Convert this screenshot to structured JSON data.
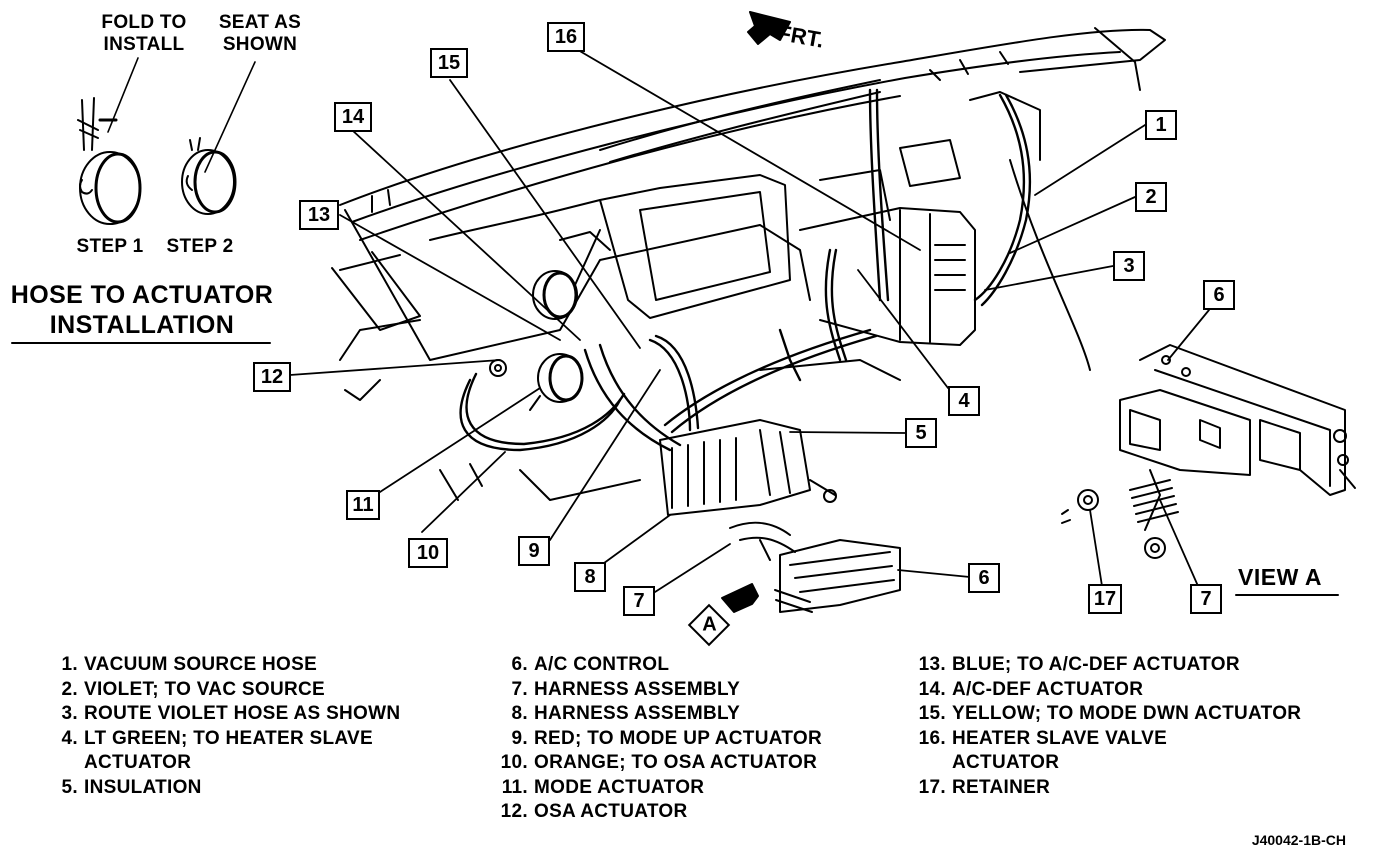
{
  "inset": {
    "fold_label": "FOLD TO\nINSTALL",
    "seat_label": "SEAT AS\nSHOWN",
    "step1": "STEP 1",
    "step2": "STEP 2",
    "title": "HOSE TO ACTUATOR\nINSTALLATION"
  },
  "direction": "FRT.",
  "view_a_label": "VIEW A",
  "view_a_marker": "A",
  "callouts": [
    "1",
    "2",
    "3",
    "4",
    "5",
    "6",
    "6",
    "7",
    "7",
    "8",
    "9",
    "10",
    "11",
    "12",
    "13",
    "14",
    "15",
    "16",
    "17"
  ],
  "legend": {
    "col1": [
      {
        "num": "1.",
        "text": "VACUUM SOURCE HOSE"
      },
      {
        "num": "2.",
        "text": "VIOLET; TO VAC SOURCE"
      },
      {
        "num": "3.",
        "text": "ROUTE VIOLET HOSE AS SHOWN"
      },
      {
        "num": "4.",
        "text": "LT GREEN; TO HEATER SLAVE",
        "cont": "ACTUATOR"
      },
      {
        "num": "5.",
        "text": "INSULATION"
      }
    ],
    "col2": [
      {
        "num": "6.",
        "text": "A/C CONTROL"
      },
      {
        "num": "7.",
        "text": "HARNESS ASSEMBLY"
      },
      {
        "num": "8.",
        "text": "HARNESS ASSEMBLY"
      },
      {
        "num": "9.",
        "text": "RED; TO MODE UP ACTUATOR"
      },
      {
        "num": "10.",
        "text": "ORANGE; TO OSA ACTUATOR"
      },
      {
        "num": "11.",
        "text": "MODE ACTUATOR"
      },
      {
        "num": "12.",
        "text": "OSA ACTUATOR"
      }
    ],
    "col3": [
      {
        "num": "13.",
        "text": "BLUE; TO A/C-DEF ACTUATOR"
      },
      {
        "num": "14.",
        "text": "A/C-DEF ACTUATOR"
      },
      {
        "num": "15.",
        "text": "YELLOW; TO MODE DWN ACTUATOR"
      },
      {
        "num": "16.",
        "text": "HEATER SLAVE VALVE",
        "cont": "ACTUATOR"
      },
      {
        "num": "17.",
        "text": "RETAINER"
      }
    ]
  },
  "figure_ref": "J40042-1B-CH"
}
